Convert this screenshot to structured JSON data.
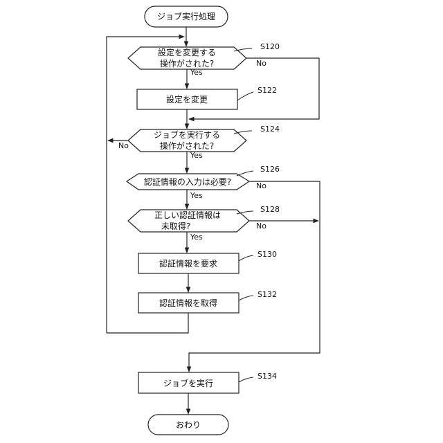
{
  "flowchart": {
    "start": "ジョブ実行処理",
    "end": "おわり",
    "steps": {
      "s120": {
        "id": "S120",
        "lines": [
          "設定を変更する",
          "操作がされた?"
        ]
      },
      "s122": {
        "id": "S122",
        "text": "設定を変更"
      },
      "s124": {
        "id": "S124",
        "lines": [
          "ジョブを実行する",
          "操作がされた?"
        ]
      },
      "s126": {
        "id": "S126",
        "text": "認証情報の入力は必要?"
      },
      "s128": {
        "id": "S128",
        "lines": [
          "正しい認証情報は",
          "未取得?"
        ]
      },
      "s130": {
        "id": "S130",
        "text": "認証情報を要求"
      },
      "s132": {
        "id": "S132",
        "text": "認証情報を取得"
      },
      "s134": {
        "id": "S134",
        "text": "ジョブを実行"
      }
    },
    "labels": {
      "yes": "Yes",
      "no": "No"
    }
  }
}
